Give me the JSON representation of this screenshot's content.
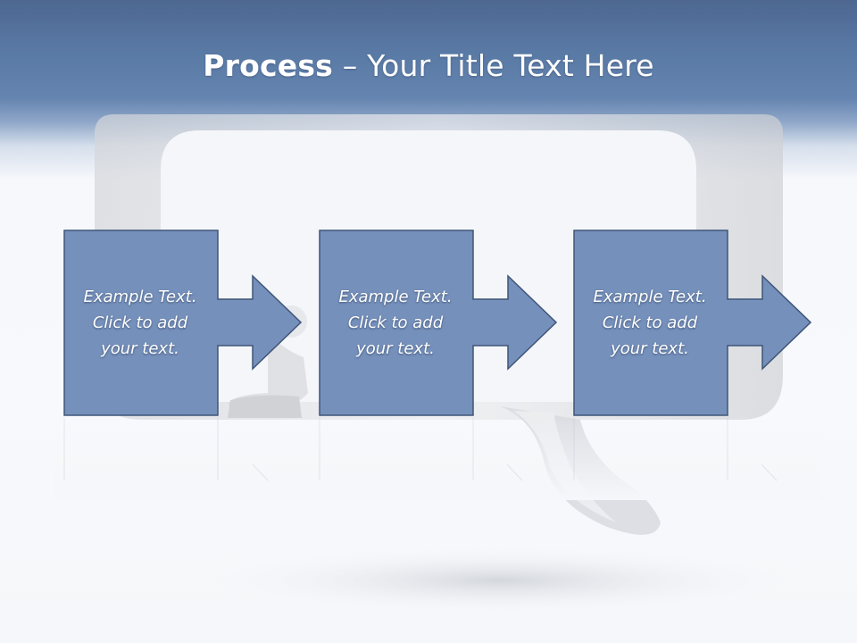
{
  "slide": {
    "title_bold": "Process",
    "title_rest": " – Your Title Text Here"
  },
  "steps": [
    {
      "text": "Example Text.\nClick  to add\nyour text."
    },
    {
      "text": "Example Text.\nClick  to add\nyour text."
    },
    {
      "text": "Example Text.\nClick  to add\nyour text."
    }
  ],
  "colors": {
    "header": "#5a7aa6",
    "box_fill": "#7590bb",
    "box_stroke": "#3f5578",
    "text": "#ffffff"
  }
}
